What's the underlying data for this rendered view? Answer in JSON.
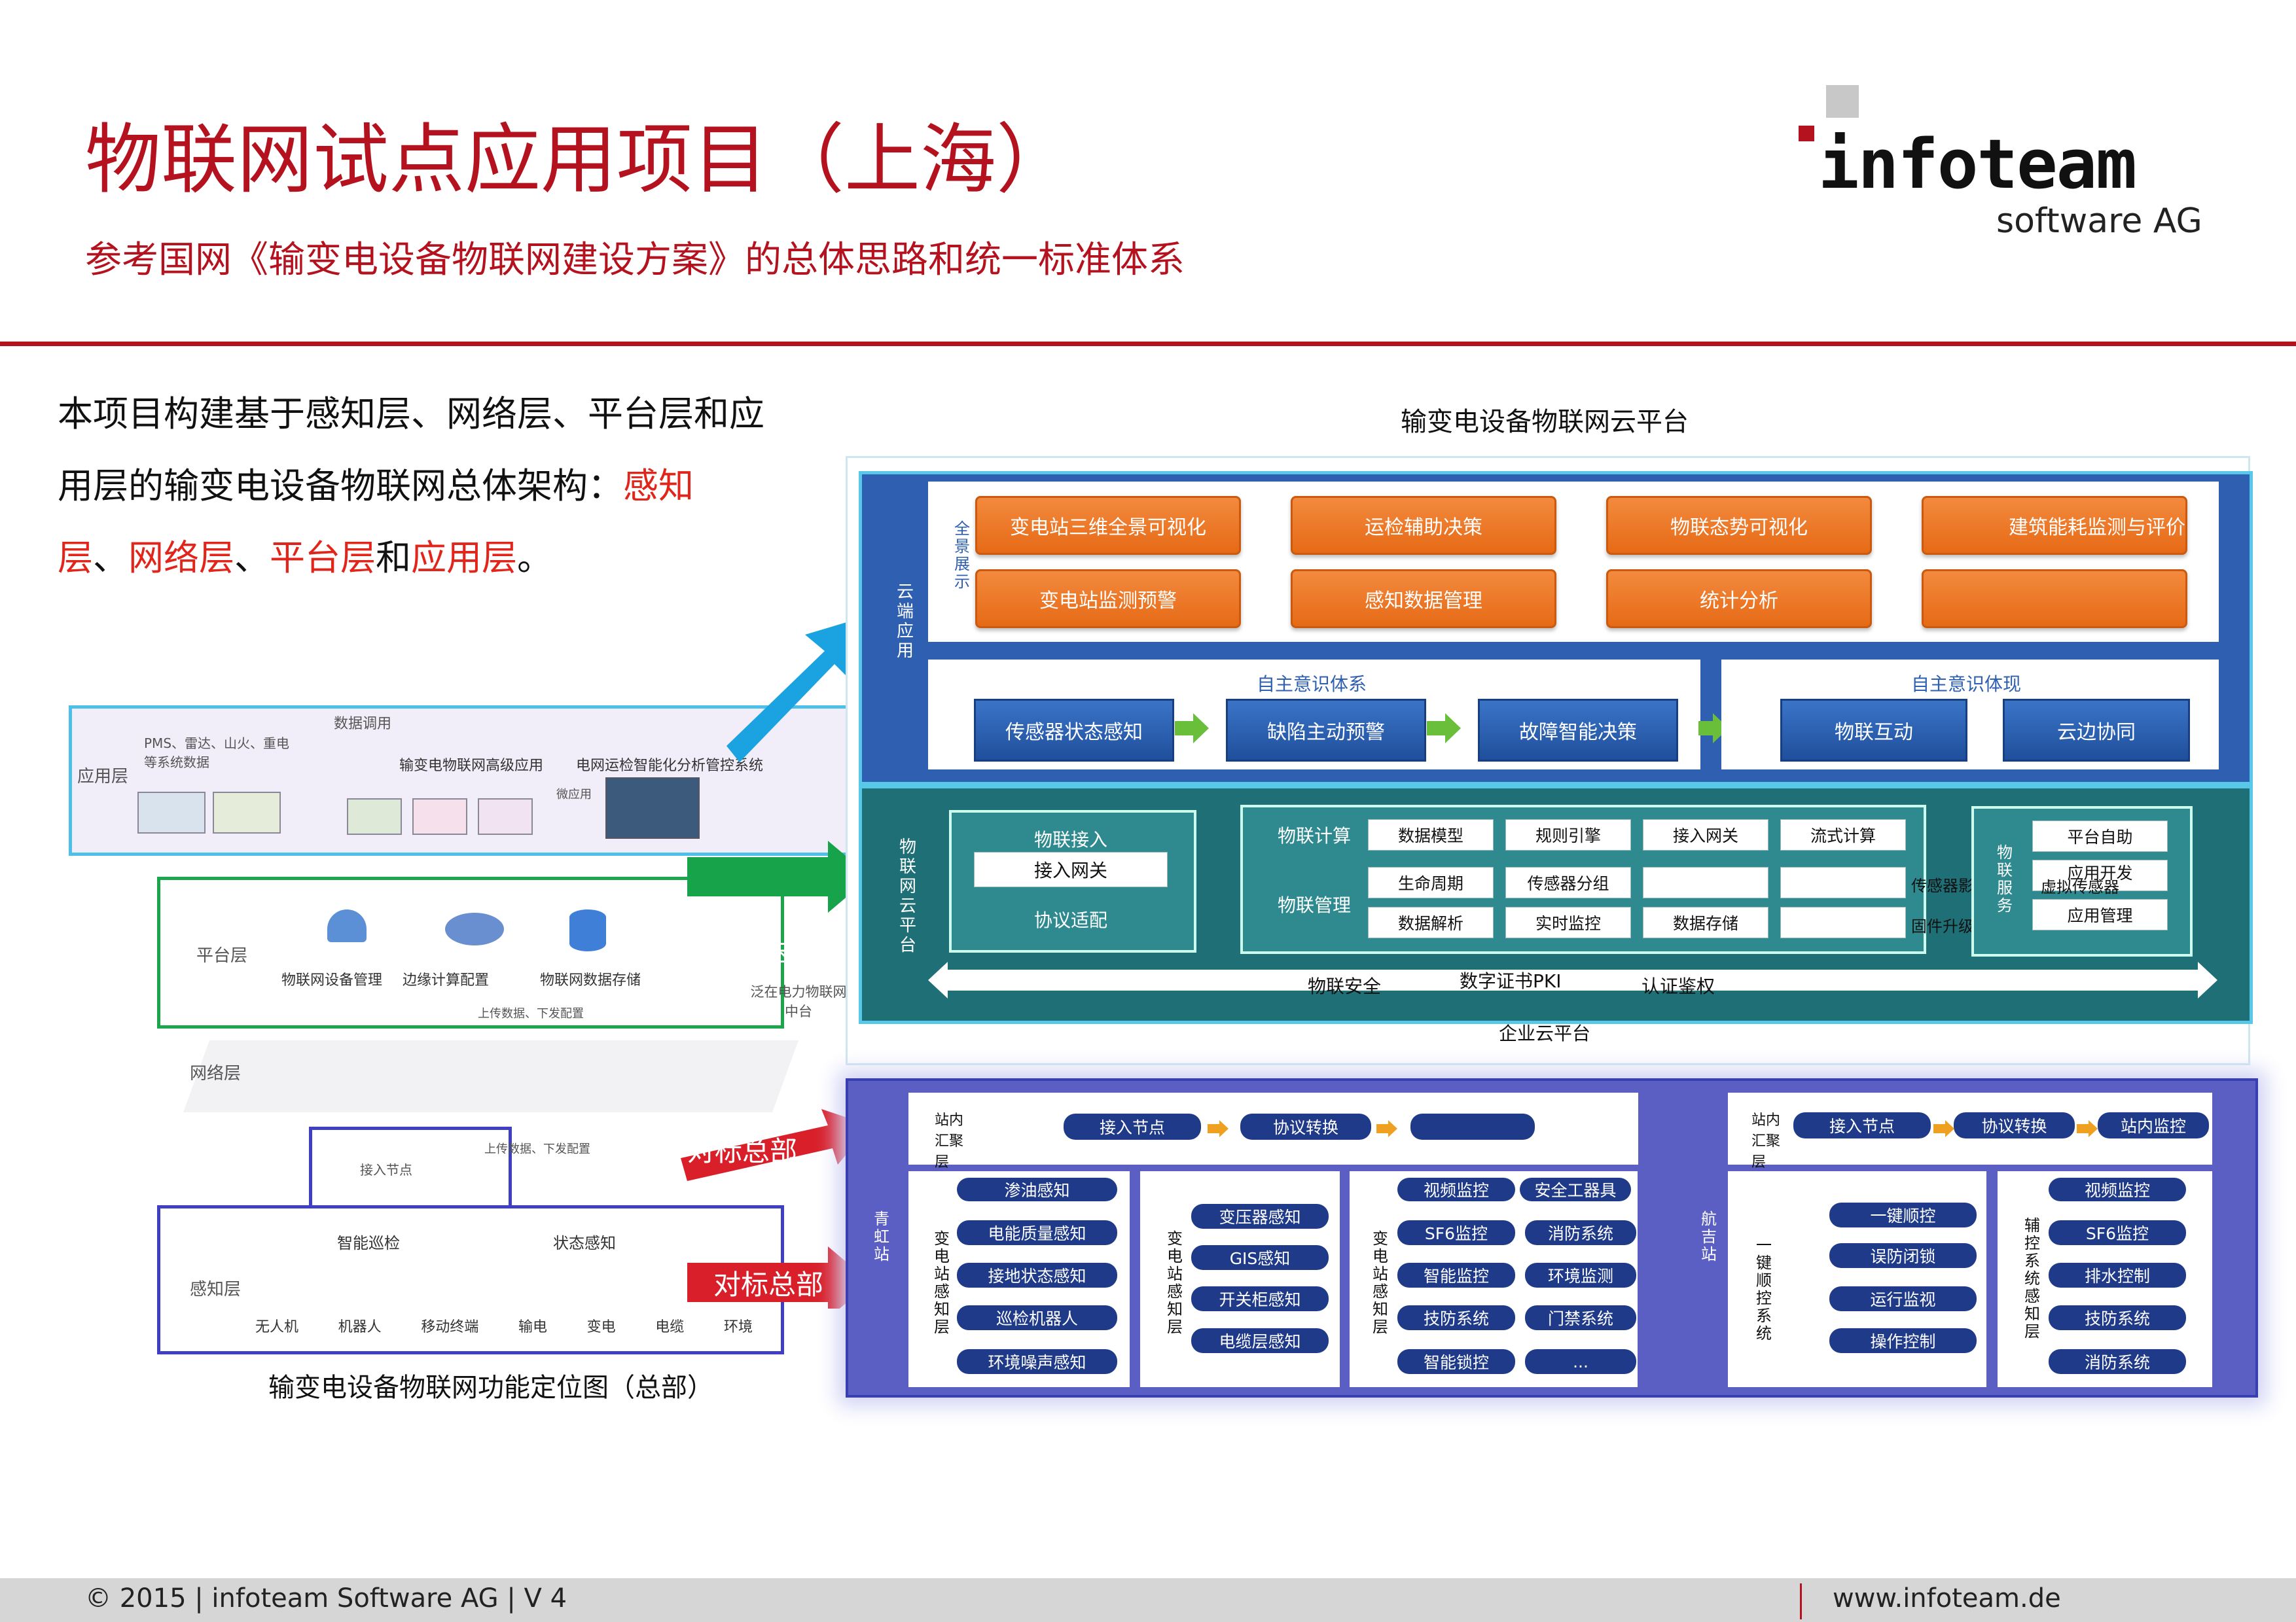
{
  "header": {
    "title": "物联网试点应用项目（上海）",
    "subtitle": "参考国网《输变电设备物联网建设方案》的总体思路和统一标准体系",
    "logo_name": "infoteam",
    "logo_sub": "software AG"
  },
  "intro": {
    "line1": "本项目构建基于感知层、网络层、平台层和应",
    "line2": "用层的输变电设备物联网总体架构：",
    "l2_red": "感知",
    "l3_a": "层",
    "l3_sep1": "、",
    "l3_b": "网络层",
    "l3_sep2": "、",
    "l3_c": "平台层",
    "l3_and": "和",
    "l3_d": "应用层",
    "l3_end": "。"
  },
  "left": {
    "caption": "输变电设备物联网功能定位图（总部）",
    "app_layer": "应用层",
    "app_small": [
      "数据调用",
      "PMS、雷达、山火、重电等系统数据",
      "输变电物联网高级应用",
      "电网运检智能化分析管控系统",
      "微应用"
    ],
    "plat_layer": "平台层",
    "plat_items": [
      "物联网设备管理",
      "边缘计算配置",
      "物联网数据存储"
    ],
    "plat_side": "泛在电力物联网中台",
    "upload": "上传数据、下发配置",
    "net_layer": "网络层",
    "access": "接入节点",
    "net_upload": "上传数据、下发配置",
    "sense_layer": "感知层",
    "smart_patrol": "智能巡检",
    "state_sense": "状态感知",
    "sense_items": [
      "无人机",
      "机器人",
      "移动终端",
      "输电",
      "变电",
      "电缆",
      "环境"
    ]
  },
  "badges": {
    "b1": "对标总部",
    "b2": "对标总部",
    "b3": "对标总部"
  },
  "cloud": {
    "title": "输变电设备物联网云平台",
    "cloud_app": "云端应用",
    "panorama": "全景展示",
    "row1": [
      "变电站三维全景可视化",
      "运检辅助决策",
      "物联态势可视化",
      "建筑能耗监测与评价"
    ],
    "row2": [
      "变电站监测预警",
      "感知数据管理",
      "统计分析",
      ""
    ],
    "auto1": "自主意识体系",
    "auto2": "自主意识体现",
    "flow1": [
      "传感器状态感知",
      "缺陷主动预警",
      "故障智能决策"
    ],
    "flow2": [
      "物联互动",
      "云边协同"
    ],
    "iot_cloud": "物联网云平台",
    "access_title": "物联接入",
    "access_gw": "接入网关",
    "protocol": "协议适配",
    "calc": "物联计算",
    "calc_items": [
      "数据模型",
      "规则引擎",
      "接入网关",
      "流式计算"
    ],
    "mgmt": "物联管理",
    "mgmt_items": [
      "生命周期",
      "传感器分组",
      "",
      "",
      "数据解析",
      "实时监控",
      "数据存储",
      ""
    ],
    "mid": [
      "传感器影子",
      "固件升级"
    ],
    "service": "物联服务",
    "service_items": [
      "平台自助",
      "应用开发",
      "虚拟传感器",
      "应用管理"
    ],
    "security": [
      "物联安全",
      "数字证书PKI",
      "认证鉴权"
    ],
    "enterprise": "企业云平台"
  },
  "stations": {
    "qinghong": "青虹站",
    "hangji": "航吉站",
    "agg": "站内汇聚层",
    "agg_flow": [
      "接入节点",
      "协议转换",
      ""
    ],
    "agg_flow2": [
      "接入节点",
      "协议转换",
      "站内监控"
    ],
    "col1_title": "变电站感知层",
    "col1_top": "渗油感知",
    "col1": [
      "电能质量感知",
      "接地状态感知",
      "巡检机器人",
      "环境噪声感知"
    ],
    "col2_title": "变电站感知层",
    "col2": [
      "变压器感知",
      "GIS感知",
      "开关柜感知",
      "电缆层感知"
    ],
    "col3_title": "变电站感知层",
    "col3_top": [
      "视频监控",
      "安全工器具"
    ],
    "col3a": [
      "SF6监控",
      "智能监控",
      "技防系统",
      "智能锁控"
    ],
    "col3b": [
      "消防系统",
      "环境监测",
      "门禁系统",
      "..."
    ],
    "col4_title": "一键顺控系统",
    "col4": [
      "一键顺控",
      "误防闭锁",
      "运行监视",
      "操作控制"
    ],
    "col5_title": "辅控系统感知层",
    "col5_top": "视频监控",
    "col5": [
      "SF6监控",
      "排水控制",
      "技防系统",
      "消防系统"
    ]
  },
  "footer": {
    "left": "© 2015 | infoteam Software AG | V 4",
    "right": "www.infoteam.de"
  },
  "colors": {
    "brand_red": "#b4121e",
    "accent_red": "#e1251b",
    "orange": "#ee7a2b",
    "cloud_blue": "#2e5fb0",
    "teal": "#1f6f76",
    "purple": "#5057b8",
    "green": "#16a34a"
  }
}
